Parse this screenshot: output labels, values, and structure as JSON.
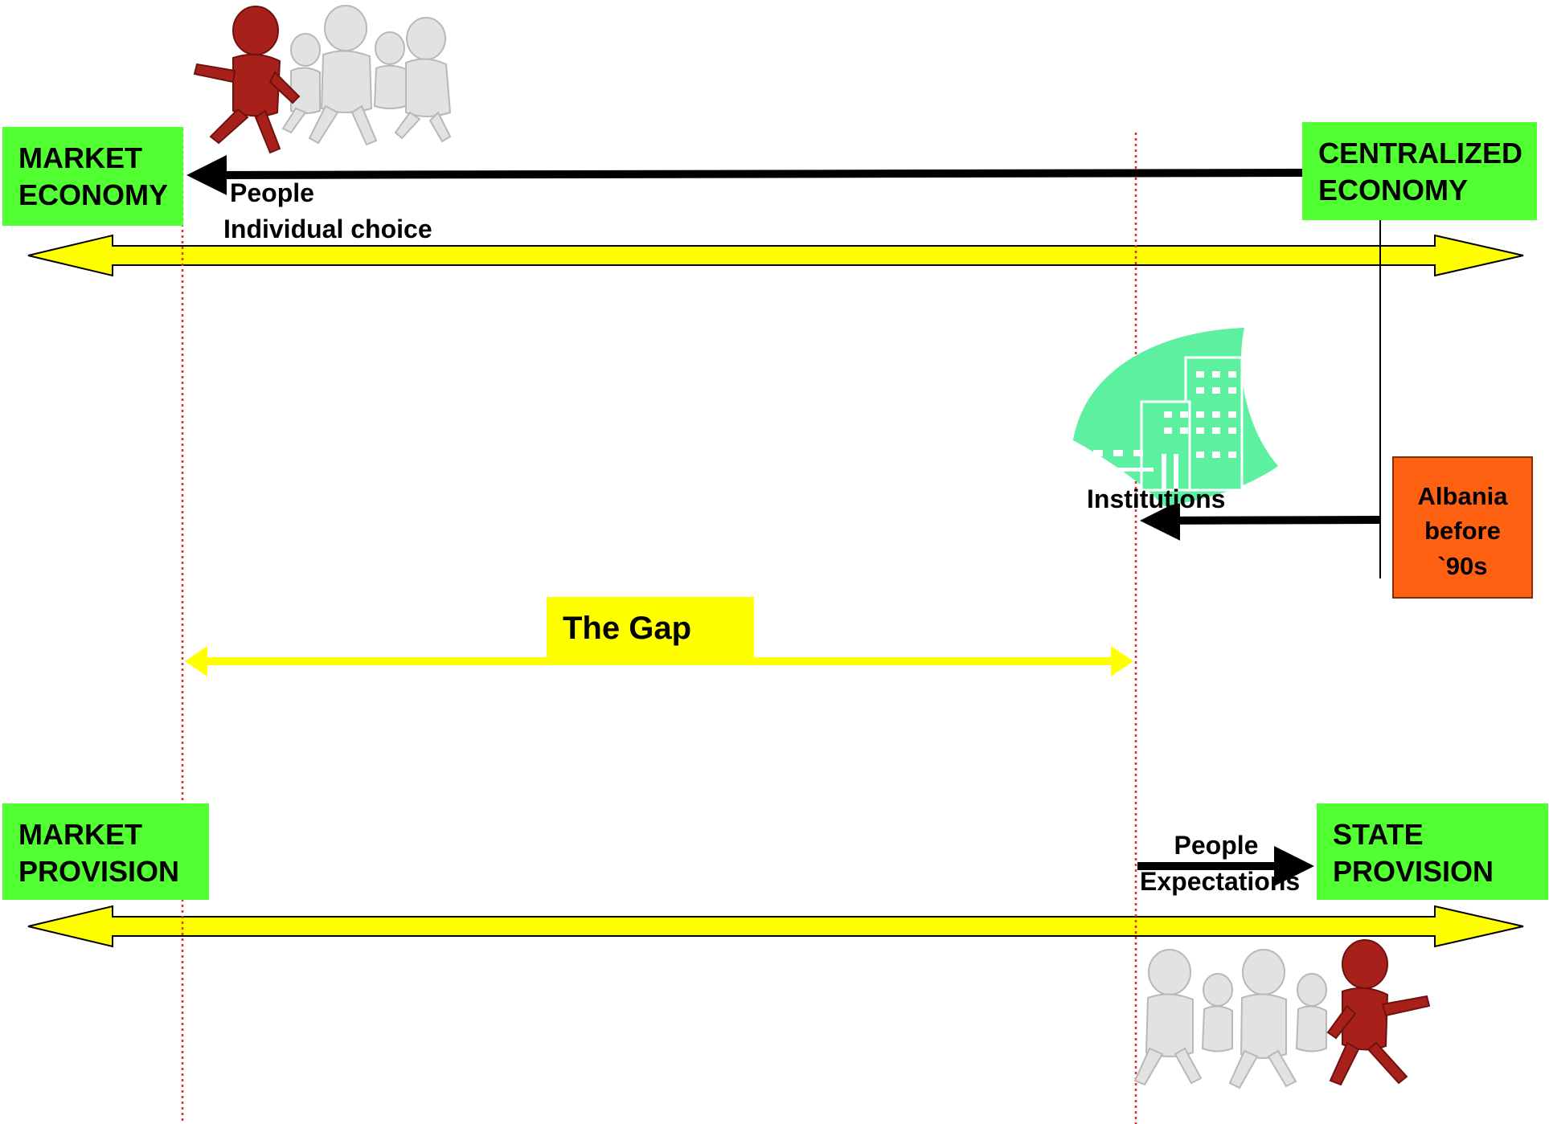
{
  "boxes": {
    "market_economy": [
      "MARKET",
      "ECONOMY"
    ],
    "centralized_economy": [
      "CENTRALIZED",
      "ECONOMY"
    ],
    "market_provision": [
      "MARKET",
      "PROVISION"
    ],
    "state_provision": [
      "STATE",
      "PROVISION"
    ],
    "albania": [
      "Albania",
      "before",
      "`90s"
    ],
    "gap": "The Gap"
  },
  "labels": {
    "people_choice": [
      "People",
      "Individual choice"
    ],
    "institutions": "Institutions",
    "people_expectations": [
      "People",
      "Expectations"
    ]
  },
  "colors": {
    "axis_fill": "#ffff00",
    "gap_arrow": "#ffff00",
    "box_green": "#52ff33",
    "box_orange": "#ff6112",
    "dotted_line": "#e03030",
    "building": "#5df0a0",
    "figure_leader": "#a8201a",
    "figure_follower": "#d8d8d8"
  },
  "icons": {
    "top_figures": "running-people-leader-left-icon",
    "bottom_figures": "running-people-leader-right-icon",
    "institutions": "building-icon"
  }
}
